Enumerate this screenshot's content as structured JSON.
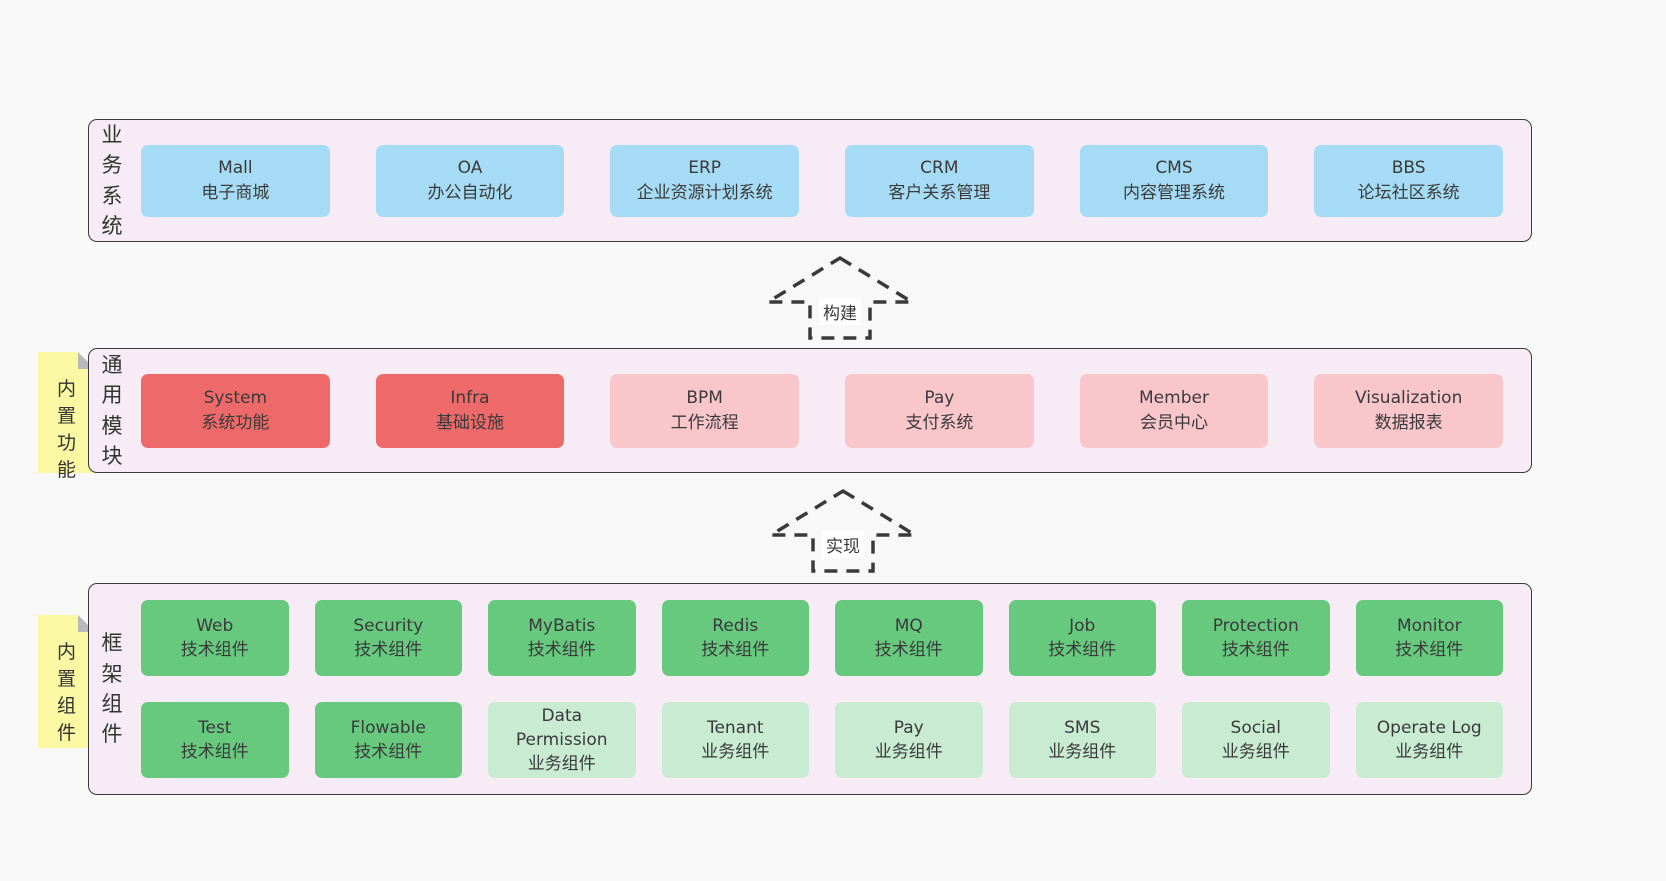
{
  "business": {
    "label": "业务系统",
    "items": [
      {
        "title": "Mall",
        "subtitle": "电子商城"
      },
      {
        "title": "OA",
        "subtitle": "办公自动化"
      },
      {
        "title": "ERP",
        "subtitle": "企业资源计划系统"
      },
      {
        "title": "CRM",
        "subtitle": "客户关系管理"
      },
      {
        "title": "CMS",
        "subtitle": "内容管理系统"
      },
      {
        "title": "BBS",
        "subtitle": "论坛社区系统"
      }
    ]
  },
  "arrows": {
    "build": "构建",
    "implement": "实现"
  },
  "modules": {
    "label": "通用模块",
    "note": "内置功能",
    "items": [
      {
        "title": "System",
        "subtitle": "系统功能"
      },
      {
        "title": "Infra",
        "subtitle": "基础设施"
      },
      {
        "title": "BPM",
        "subtitle": "工作流程"
      },
      {
        "title": "Pay",
        "subtitle": "支付系统"
      },
      {
        "title": "Member",
        "subtitle": "会员中心"
      },
      {
        "title": "Visualization",
        "subtitle": "数据报表"
      }
    ]
  },
  "components": {
    "label": "框架组件",
    "note": "内置组件",
    "items": [
      {
        "title": "Web",
        "subtitle": "技术组件"
      },
      {
        "title": "Security",
        "subtitle": "技术组件"
      },
      {
        "title": "MyBatis",
        "subtitle": "技术组件"
      },
      {
        "title": "Redis",
        "subtitle": "技术组件"
      },
      {
        "title": "MQ",
        "subtitle": "技术组件"
      },
      {
        "title": "Job",
        "subtitle": "技术组件"
      },
      {
        "title": "Protection",
        "subtitle": "技术组件"
      },
      {
        "title": "Monitor",
        "subtitle": "技术组件"
      },
      {
        "title": "Test",
        "subtitle": "技术组件"
      },
      {
        "title": "Flowable",
        "subtitle": "技术组件"
      },
      {
        "title": "Data Permission",
        "subtitle": "业务组件"
      },
      {
        "title": "Tenant",
        "subtitle": "业务组件"
      },
      {
        "title": "Pay",
        "subtitle": "业务组件"
      },
      {
        "title": "SMS",
        "subtitle": "业务组件"
      },
      {
        "title": "Social",
        "subtitle": "业务组件"
      },
      {
        "title": "Operate Log",
        "subtitle": "业务组件"
      }
    ]
  },
  "colors": {
    "page_background": "#f8f8f8",
    "band_fill": "#f7ecf5",
    "band_border": "#3a3a3a",
    "business_box": "#a6dbf5",
    "core_module_box": "#ee6a6a",
    "optional_module_box": "#f9c6cc",
    "tech_component_box": "#66c97e",
    "biz_component_box": "#c8ebd2",
    "sticky_note": "#fbf8a3",
    "sticky_note_fold": "#b9b9b9",
    "text": "#3a3a3a"
  }
}
